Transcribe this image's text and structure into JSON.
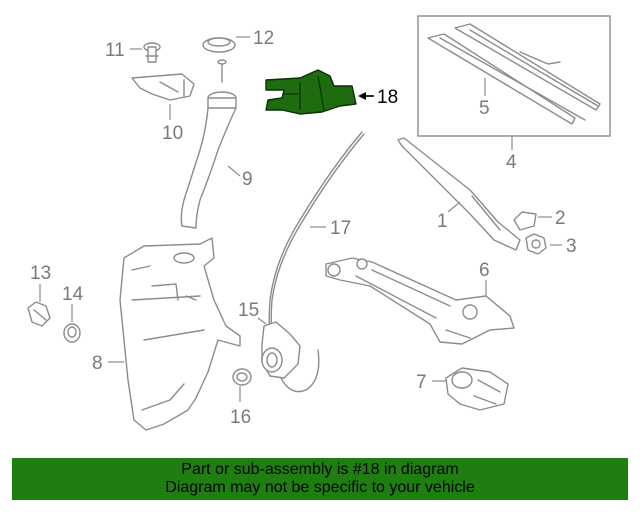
{
  "colors": {
    "highlight_part": "#1e6b10",
    "banner_background": "#1e7f10",
    "part_outline": "#8c8c8c",
    "callout_text": "#7a7a7a"
  },
  "callouts": {
    "c1": "1",
    "c2": "2",
    "c3": "3",
    "c4": "4",
    "c5": "5",
    "c6": "6",
    "c7": "7",
    "c8": "8",
    "c9": "9",
    "c10": "10",
    "c11": "11",
    "c12": "12",
    "c13": "13",
    "c14": "14",
    "c15": "15",
    "c16": "16",
    "c17": "17",
    "c18": "18"
  },
  "banner": {
    "line1": "Part or sub-assembly is #18 in diagram",
    "line2": "Diagram may not be specific to your vehicle"
  }
}
